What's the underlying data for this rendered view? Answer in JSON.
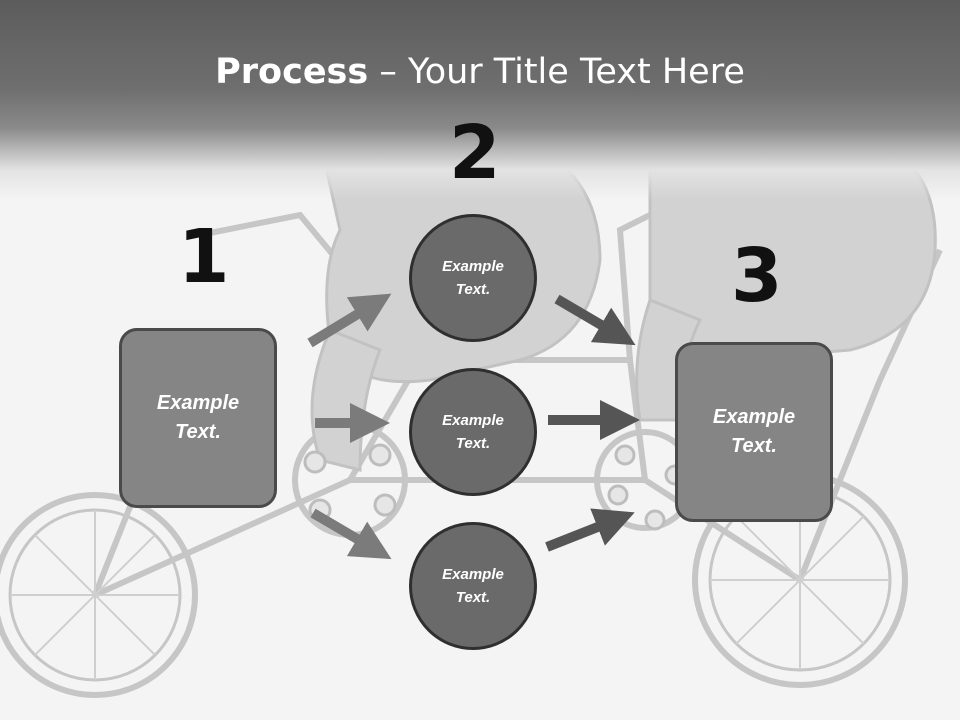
{
  "slide": {
    "title_bold": "Process",
    "title_rest": " – Your Title Text Here"
  },
  "steps": {
    "one": {
      "number": "1",
      "text": "Example Text."
    },
    "two": {
      "number": "2"
    },
    "three": {
      "number": "3",
      "text": "Example Text."
    }
  },
  "circles": [
    {
      "text": "Example Text."
    },
    {
      "text": "Example Text."
    },
    {
      "text": "Example Text."
    }
  ],
  "colors": {
    "header": "#6f6f6f",
    "box_fill": "#858585",
    "circle_fill": "#6a6a6a",
    "arrow": "#7a7a7a",
    "arrow_dark": "#555555",
    "illustration": "#c9c9c9"
  }
}
